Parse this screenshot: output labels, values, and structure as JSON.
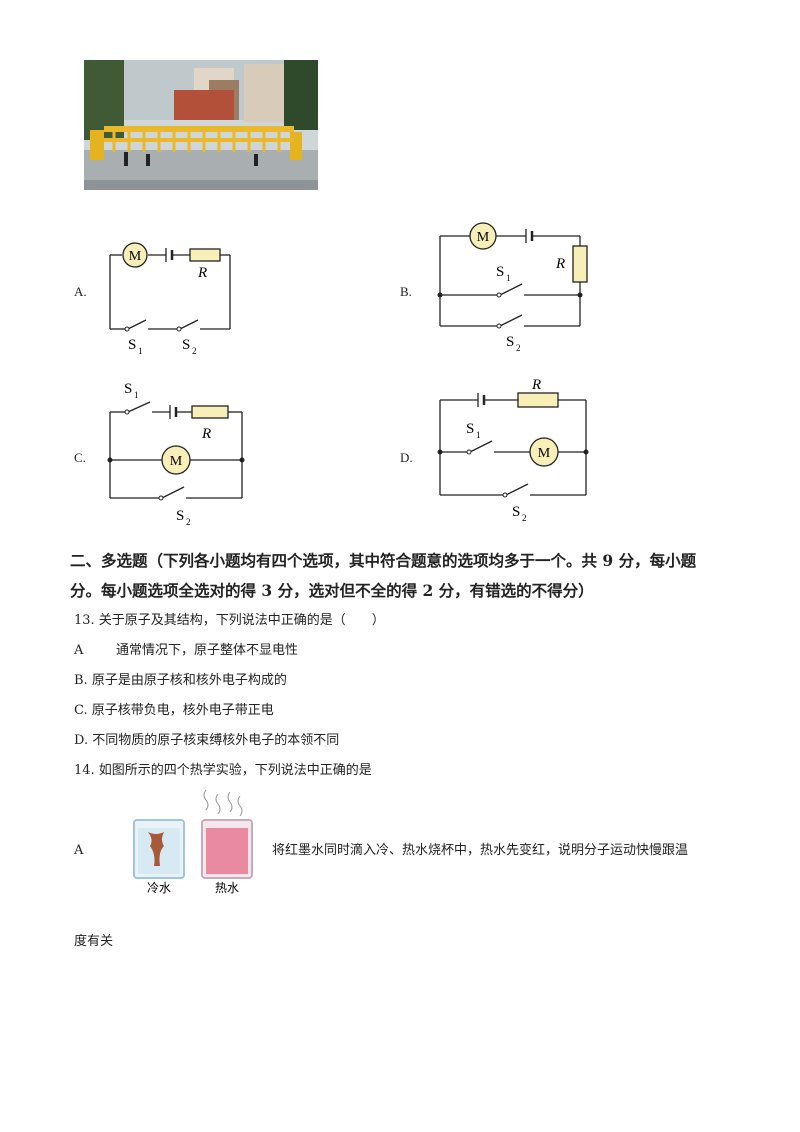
{
  "options_circuit": [
    {
      "label": "A.",
      "motor": "M",
      "resistor": "R",
      "s1_main": "S",
      "s1_sub": "1",
      "s2_main": "S",
      "s2_sub": "2"
    },
    {
      "label": "B.",
      "motor": "M",
      "resistor": "R",
      "s1_main": "S",
      "s1_sub": "1",
      "s2_main": "S",
      "s2_sub": "2"
    },
    {
      "label": "C.",
      "motor": "M",
      "resistor": "R",
      "s1_main": "S",
      "s1_sub": "1",
      "s2_main": "S",
      "s2_sub": "2"
    },
    {
      "label": "D.",
      "motor": "M",
      "resistor": "R",
      "s1_main": "S",
      "s1_sub": "1",
      "s2_main": "S",
      "s2_sub": "2"
    }
  ],
  "section": {
    "line1": "二、多选题（下列各小题均有四个选项，其中符合题意的选项均多于一个。共 9 分，每小题",
    "line2": "分。每小题选项全选对的得 3 分，选对但不全的得 2 分，有错选的不得分）"
  },
  "q13": {
    "stem": "13. 关于原子及其结构，下列说法中正确的是（　　）",
    "a_label": "A",
    "a_text": "通常情况下，原子整体不显电性",
    "b": "B. 原子是由原子核和核外电子构成的",
    "c": "C. 原子核带负电，核外电子带正电",
    "d": "D. 不同物质的原子核束缚核外电子的本领不同"
  },
  "q14": {
    "stem": "14. 如图所示的四个热学实验，下列说法中正确的是",
    "a_label": "A",
    "a_text": "将红墨水同时滴入冷、热水烧杯中，热水先变红，说明分子运动快慢跟温",
    "a_cont": "度有关",
    "cold_label": "冷水",
    "hot_label": "热水"
  },
  "colors": {
    "resistor_fill": "#f8efb8",
    "motor_fill": "#f8efb8",
    "hot_water": "#e98aa0",
    "ink": "#a65a3a",
    "beaker": "#9fc7dc"
  }
}
